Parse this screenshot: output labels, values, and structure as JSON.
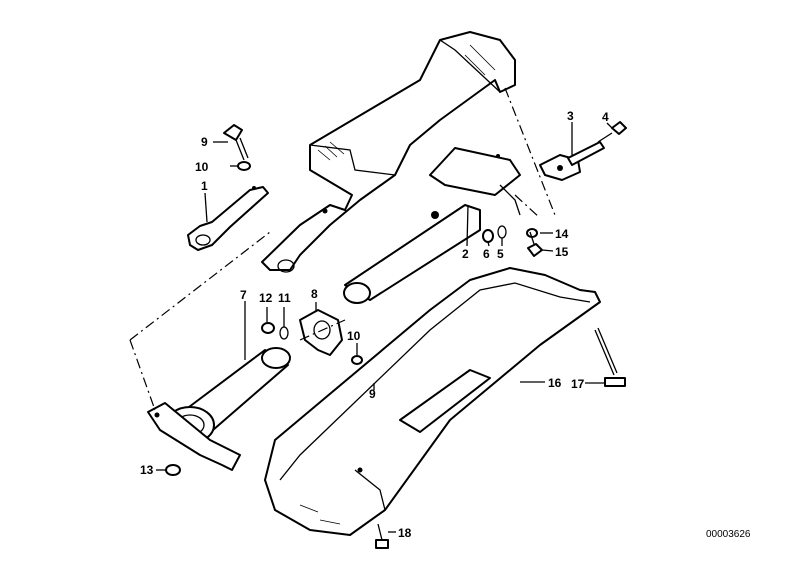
{
  "callouts": {
    "c1": "1",
    "c2": "2",
    "c3": "3",
    "c4": "4",
    "c5": "5",
    "c6": "6",
    "c7": "7",
    "c8": "8",
    "c9a": "9",
    "c9b": "9",
    "c10a": "10",
    "c10b": "10",
    "c11": "11",
    "c12": "12",
    "c13": "13",
    "c14": "14",
    "c15": "15",
    "c16": "16",
    "c17": "17",
    "c18": "18"
  },
  "drawing_code": "00003626"
}
